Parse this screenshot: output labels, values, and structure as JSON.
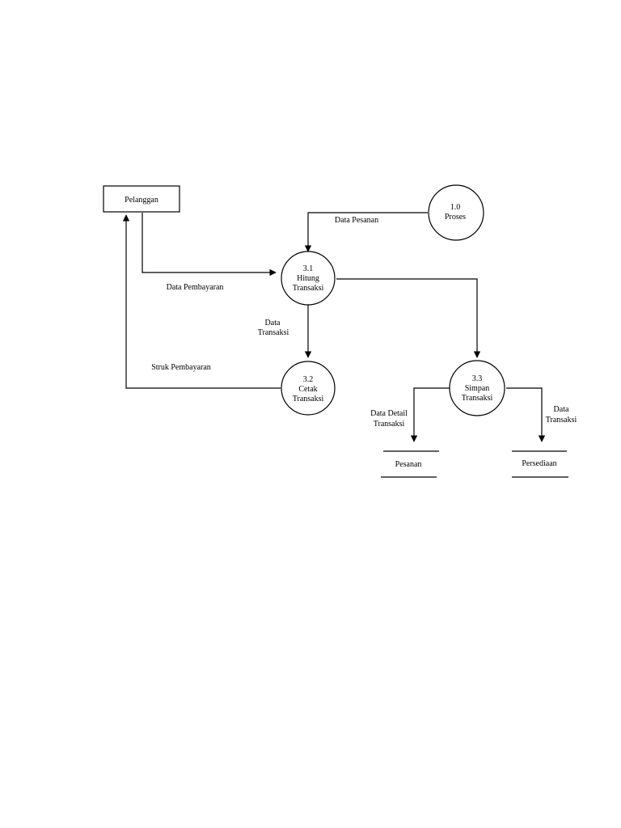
{
  "entity": {
    "label": "Pelanggan"
  },
  "processes": {
    "p10": {
      "lines": [
        "1.0",
        "Proses"
      ]
    },
    "p31": {
      "lines": [
        "3.1",
        "Hitung",
        "Transaksi"
      ]
    },
    "p32": {
      "lines": [
        "3.2",
        "Cetak",
        "Transaksi"
      ]
    },
    "p33": {
      "lines": [
        "3.3",
        "Simpan",
        "Transaksi"
      ]
    }
  },
  "stores": {
    "pesanan": {
      "label": "Pesanan"
    },
    "persediaan": {
      "label": "Persediaan"
    }
  },
  "flows": {
    "data_pesanan": [
      "Data Pesanan"
    ],
    "data_pembayaran": [
      "Data Pembayaran"
    ],
    "data_transaksi_31_32": [
      "Data",
      "Transaksi"
    ],
    "struk_pembayaran": [
      "Struk Pembayaran"
    ],
    "data_detail_transaksi": [
      "Data Detail",
      "Transaksi"
    ],
    "data_transaksi_33_persediaan": [
      "Data",
      "Transaksi"
    ]
  }
}
